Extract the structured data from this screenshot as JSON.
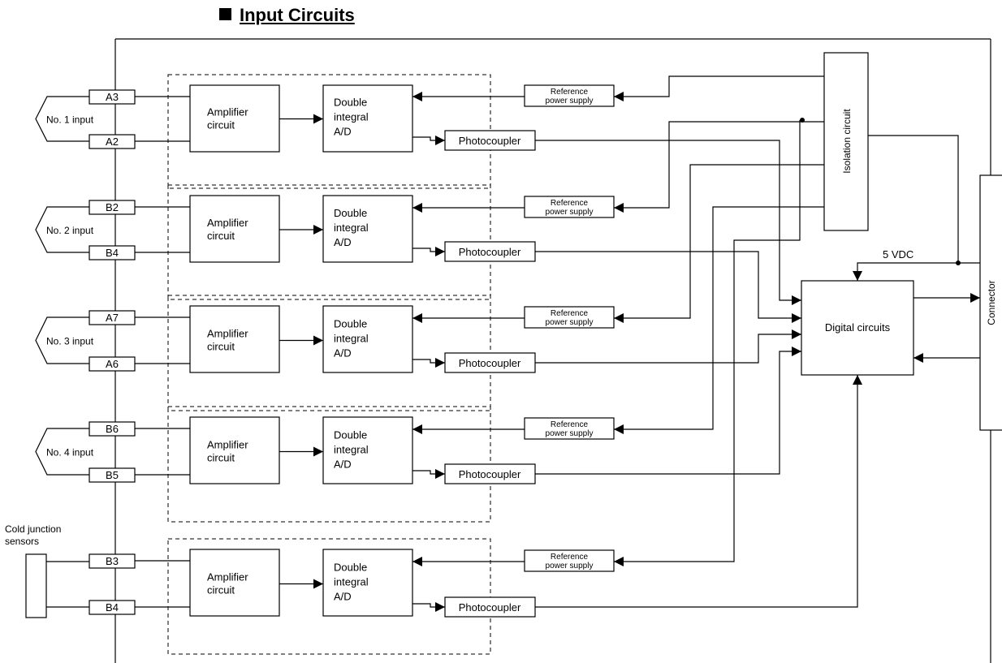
{
  "title": "Input Circuits",
  "channels": [
    {
      "top_terminal": "A3",
      "bottom_terminal": "A2",
      "input_label": "No. 1 input"
    },
    {
      "top_terminal": "B2",
      "bottom_terminal": "B4",
      "input_label": "No. 2 input"
    },
    {
      "top_terminal": "A7",
      "bottom_terminal": "A6",
      "input_label": "No. 3 input"
    },
    {
      "top_terminal": "B6",
      "bottom_terminal": "B5",
      "input_label": "No. 4 input"
    },
    {
      "top_terminal": "B3",
      "bottom_terminal": "B4",
      "input_label": ""
    }
  ],
  "amplifier": [
    "Amplifier",
    "circuit"
  ],
  "adc": [
    "Double",
    "integral",
    "A/D"
  ],
  "reference": [
    "Reference",
    "power supply"
  ],
  "photocoupler": "Photocoupler",
  "cold_junction": [
    "Cold junction",
    "sensors"
  ],
  "isolation": "Isolation circuit",
  "digital": "Digital circuits",
  "connector": "Connector",
  "vdc": "5 VDC"
}
